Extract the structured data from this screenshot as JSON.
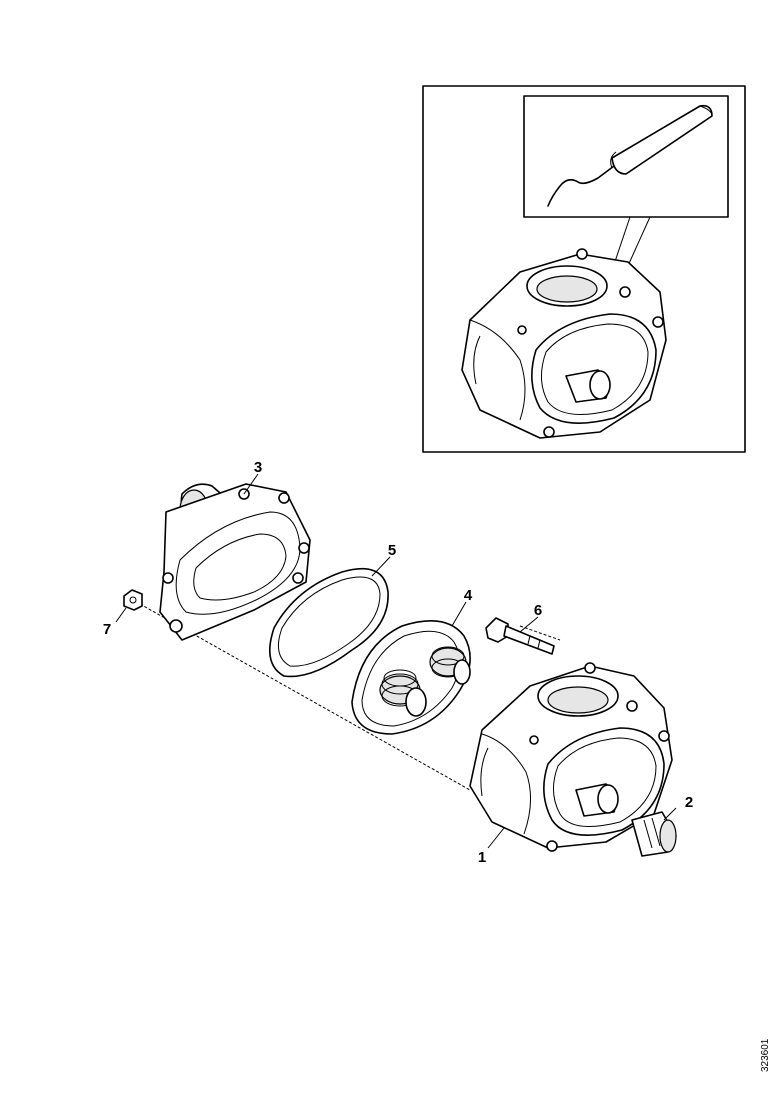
{
  "diagram": {
    "callouts": [
      {
        "id": "1",
        "label": "1"
      },
      {
        "id": "2",
        "label": "2"
      },
      {
        "id": "3",
        "label": "3"
      },
      {
        "id": "4",
        "label": "4"
      },
      {
        "id": "5",
        "label": "5"
      },
      {
        "id": "6",
        "label": "6"
      },
      {
        "id": "7",
        "label": "7"
      }
    ],
    "figure_id": "323601"
  }
}
